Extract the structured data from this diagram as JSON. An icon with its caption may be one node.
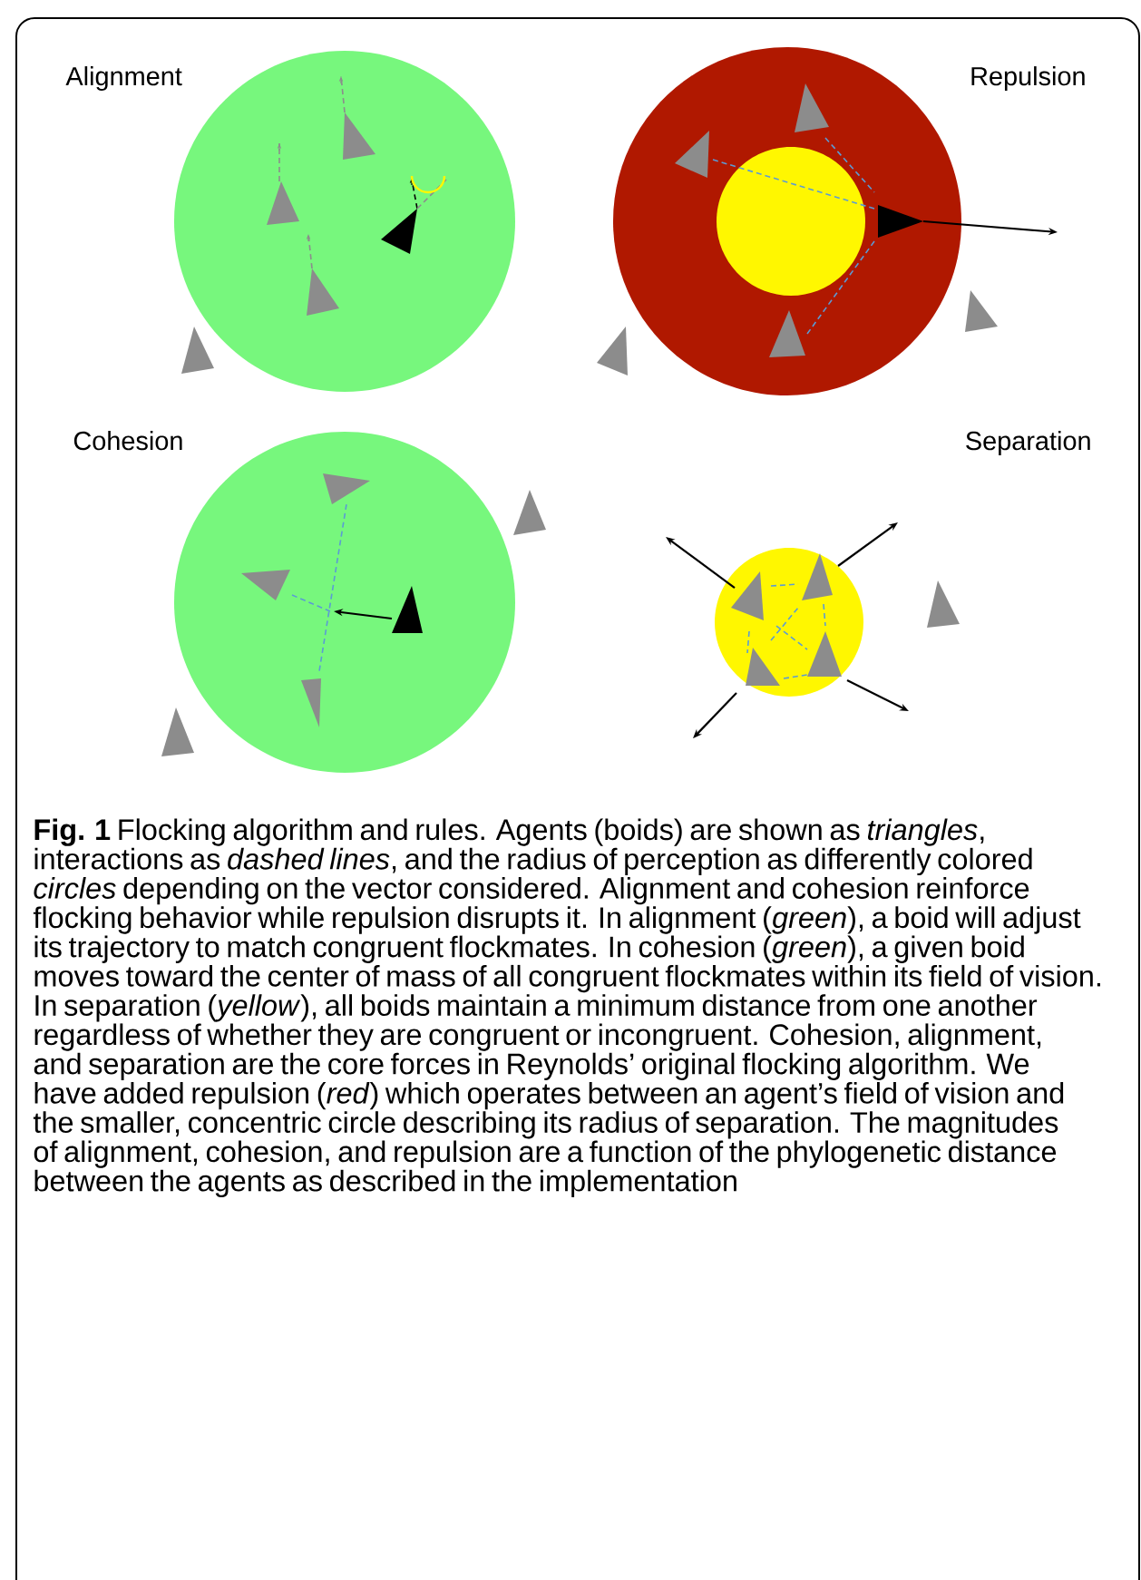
{
  "diagram": {
    "labels": [
      "Alignment",
      "Repulsion",
      "Cohesion",
      "Separation"
    ],
    "caption": "**Fig. 1** Flocking algorithm and rules. Agents (boids) are shown as *triangles*, interactions as *dashed lines*, and the radius of perception as differently colored *circles* depending on the vector considered. Alignment and cohesion reinforce flocking behavior while repulsion disrupts it. In alignment (*green*), a boid will adjust its trajectory to match congruent flockmates. In cohesion (*green*), a given boid moves toward the center of mass of all congruent flockmates within its field of vision. In separation (*yellow*), all boids maintain a minimum distance from one another regardless of whether they are congruent or incongruent. Cohesion, alignment, and separation are the core forces in Reynolds’ original flocking algorithm. We have added repulsion (*red*) which operates between an agent’s field of vision and the smaller, concentric circle describing its radius of separation. The magnitudes of alignment, cohesion, and repulsion are a function of the phylogenetic distance between the agents as described in the implementation"
  }
}
